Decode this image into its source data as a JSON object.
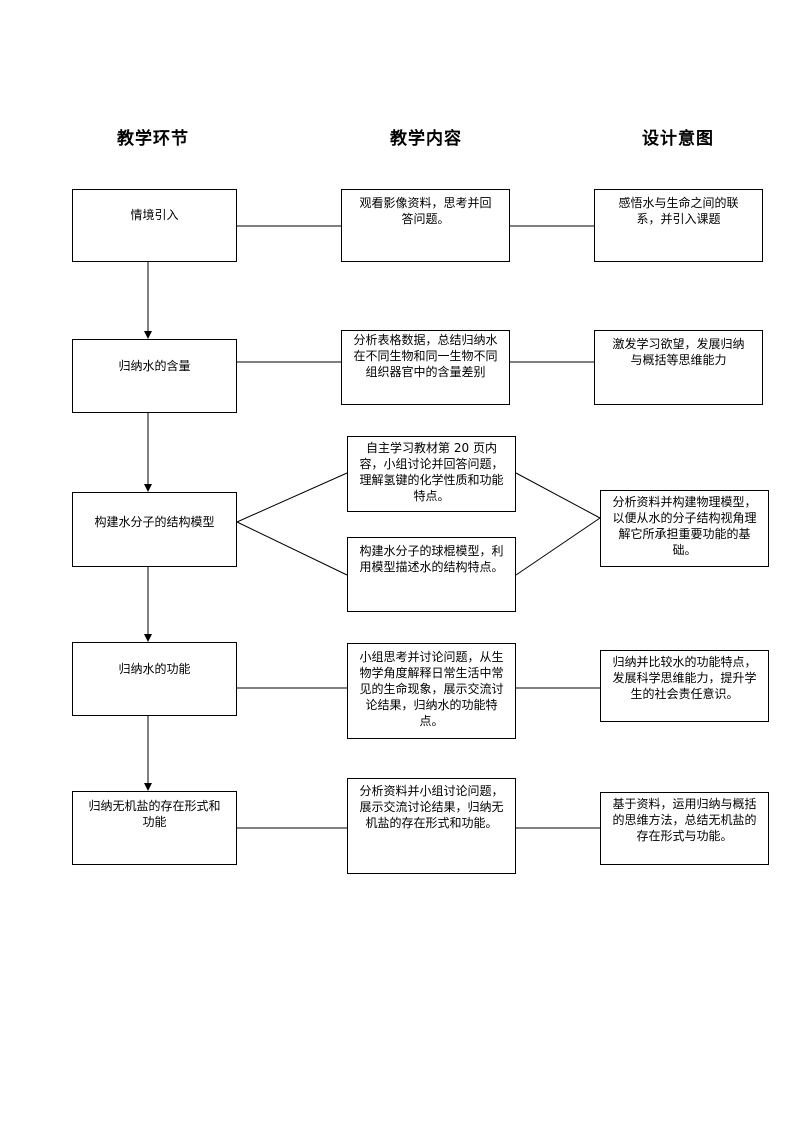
{
  "headers": {
    "col1": "教学环节",
    "col2": "教学内容",
    "col3": "设计意图"
  },
  "rows": [
    {
      "stage": "情境引入",
      "content": "观看影像资料，思考并回答问题。",
      "intent": "感悟水与生命之间的联系，并引入课题"
    },
    {
      "stage": "归纳水的含量",
      "content": "分析表格数据，总结归纳水在不同生物和同一生物不同组织器官中的含量差别",
      "intent": "激发学习欲望，发展归纳与概括等思维能力"
    },
    {
      "stage": "构建水分子的结构模型",
      "content": "自主学习教材第 20 页内容，小组讨论并回答问题，理解氢键的化学性质和功能特点。",
      "content2": "构建水分子的球棍模型，利用模型描述水的结构特点。",
      "intent": "分析资料并构建物理模型，以便从水的分子结构视角理解它所承担重要功能的基础。"
    },
    {
      "stage": "归纳水的功能",
      "content": "小组思考并讨论问题，从生物学角度解释日常生活中常见的生命现象，展示交流讨论结果，归纳水的功能特点。",
      "intent": "归纳并比较水的功能特点，发展科学思维能力，提升学生的社会责任意识。"
    },
    {
      "stage": "归纳无机盐的存在形式和功能",
      "content": "分析资料并小组讨论问题，展示交流讨论结果，归纳无机盐的存在形式和功能。",
      "intent": "基于资料，运用归纳与概括的思维方法，总结无机盐的存在形式与功能。"
    }
  ]
}
